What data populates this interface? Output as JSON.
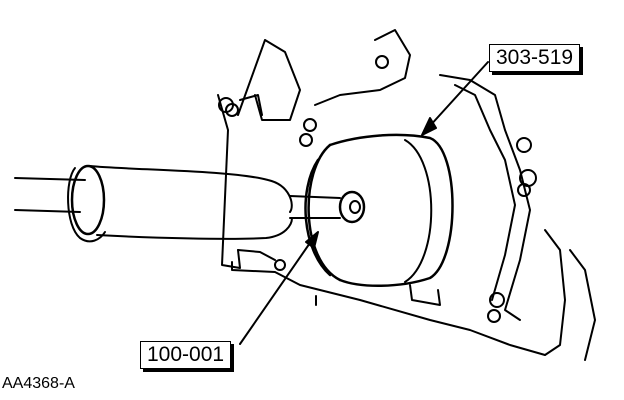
{
  "callouts": {
    "seal_tool": "303-519",
    "slide_hammer": "100-001"
  },
  "figure_code": "AA4368-A"
}
